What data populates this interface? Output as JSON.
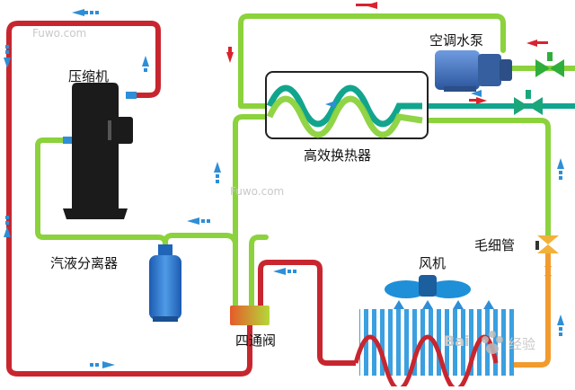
{
  "labels": {
    "compressor": "压缩机",
    "pump": "空调水泵",
    "heat_exchanger": "高效换热器",
    "separator": "汽液分离器",
    "fan": "风机",
    "capillary": "毛细管",
    "four_way_valve": "四通阀"
  },
  "watermarks": {
    "fuwo_1": "Fuwo.com",
    "fuwo_2": "Fuwo.com",
    "baidu": "Bai",
    "baidu_suffix": "经验"
  },
  "colors": {
    "red_pipe": "#c8262f",
    "green_pipe": "#8bd23c",
    "teal_pipe": "#12a58e",
    "orange_pipe": "#f29a2e",
    "blue_arrow": "#2e8ed6",
    "red_arrow": "#d9232e",
    "compressor": "#1b1b1b",
    "pump": "#3d6fbf",
    "separator": "#2a6fc9",
    "fan": "#1f8fd8",
    "coil": "#3aa0e0"
  }
}
